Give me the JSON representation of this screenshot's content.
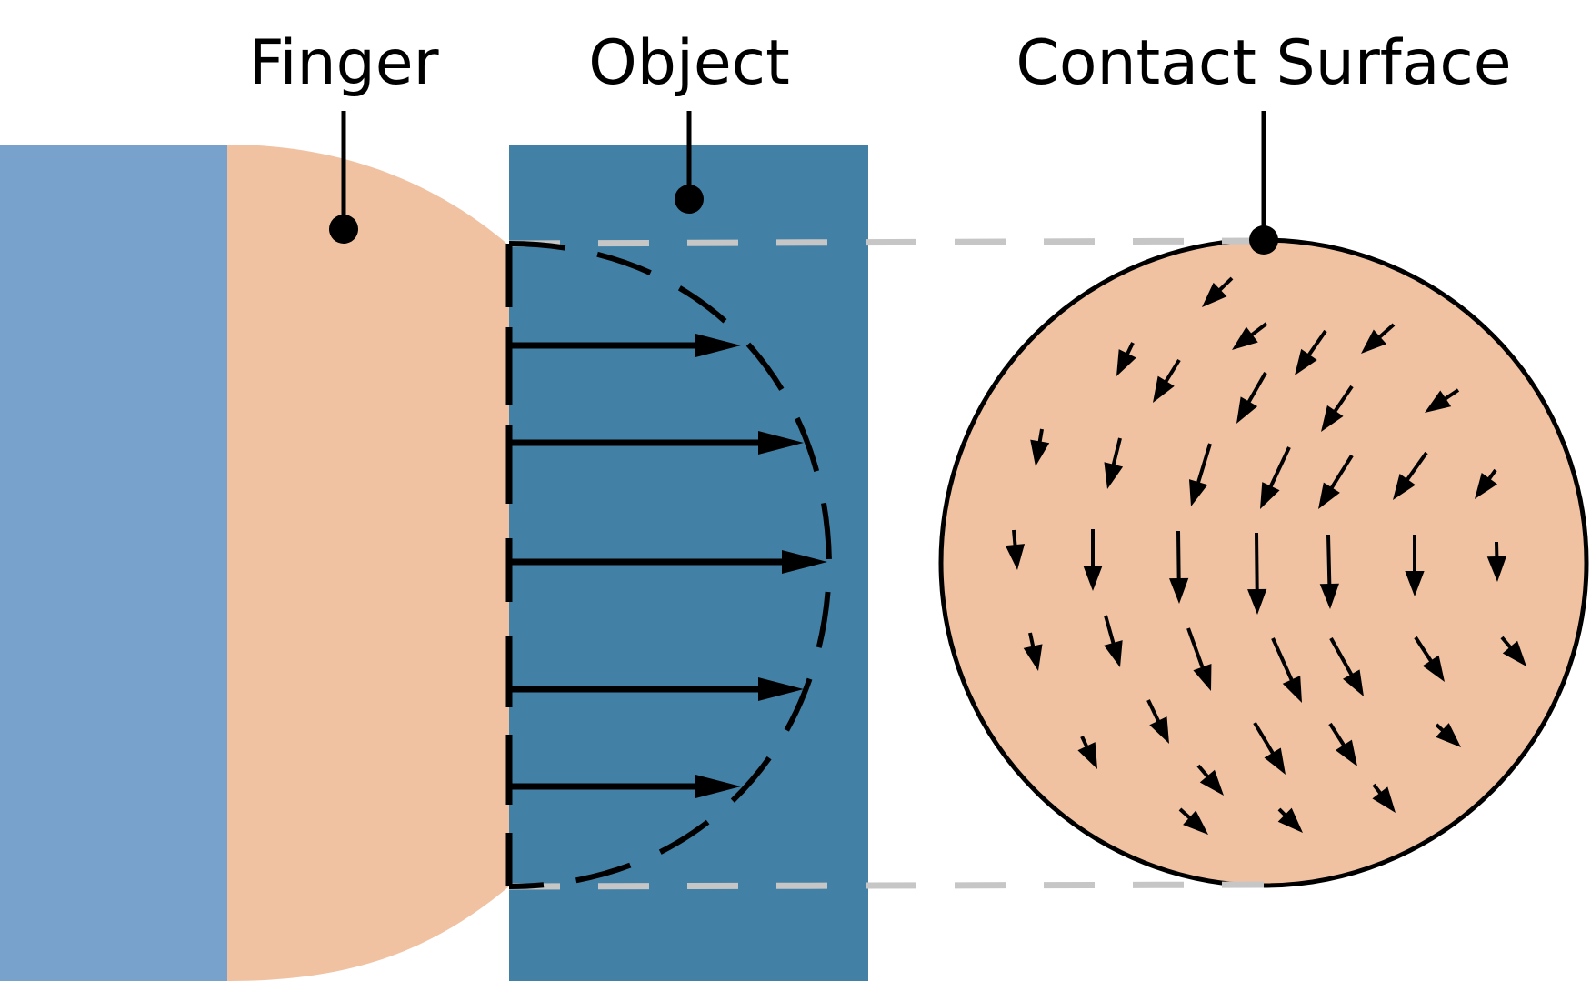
{
  "labels": {
    "finger": "Finger",
    "object": "Object",
    "contact_surface": "Contact Surface"
  },
  "colors": {
    "background": "#ffffff",
    "finger_base": "#78a1cb",
    "finger_tip": "#f0c2a2",
    "object": "#4281a5",
    "contact_surface_fill": "#f0c2a2",
    "outline": "#000000",
    "projection_dashes": "#c6c6c6"
  }
}
